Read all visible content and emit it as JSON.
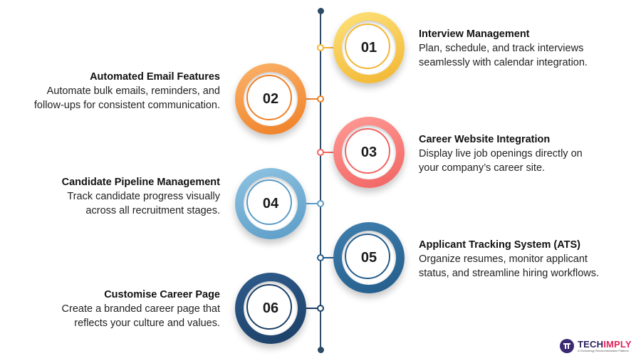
{
  "colors": {
    "timeline": "#2d4a66"
  },
  "steps": [
    {
      "number": "01",
      "title": "Interview Management",
      "line1": "Plan, schedule, and track interviews",
      "line2": "seamlessly with calendar integration.",
      "side": "right",
      "color_light": "#fde27a",
      "color_dark": "#f2b531"
    },
    {
      "number": "02",
      "title": "Automated Email Features",
      "line1": "Automate bulk emails, reminders, and",
      "line2": "follow-ups for consistent communication.",
      "side": "left",
      "color_light": "#fbb36a",
      "color_dark": "#ef7f25"
    },
    {
      "number": "03",
      "title": "Career Website Integration",
      "line1": "Display live job openings directly on",
      "line2": "your company’s career site.",
      "side": "right",
      "color_light": "#ff9b96",
      "color_dark": "#f06462"
    },
    {
      "number": "04",
      "title": "Candidate Pipeline Management",
      "line1": "Track candidate progress visually",
      "line2": "across all recruitment stages.",
      "side": "left",
      "color_light": "#8fc3e2",
      "color_dark": "#5b9cc7"
    },
    {
      "number": "05",
      "title": "Applicant Tracking System (ATS)",
      "line1": "Organize resumes, monitor applicant",
      "line2": "status, and streamline hiring workflows.",
      "side": "right",
      "color_light": "#3f7fae",
      "color_dark": "#235c8a"
    },
    {
      "number": "06",
      "title": "Customise Career Page",
      "line1": "Create a branded career page that",
      "line2": "reflects your culture and values.",
      "side": "left",
      "color_light": "#2f5c8c",
      "color_dark": "#1c3f66"
    }
  ],
  "logo": {
    "name_part1": "TECH",
    "name_part2": "IMPLY",
    "tagline": "A Technology Recommendation Platform"
  }
}
